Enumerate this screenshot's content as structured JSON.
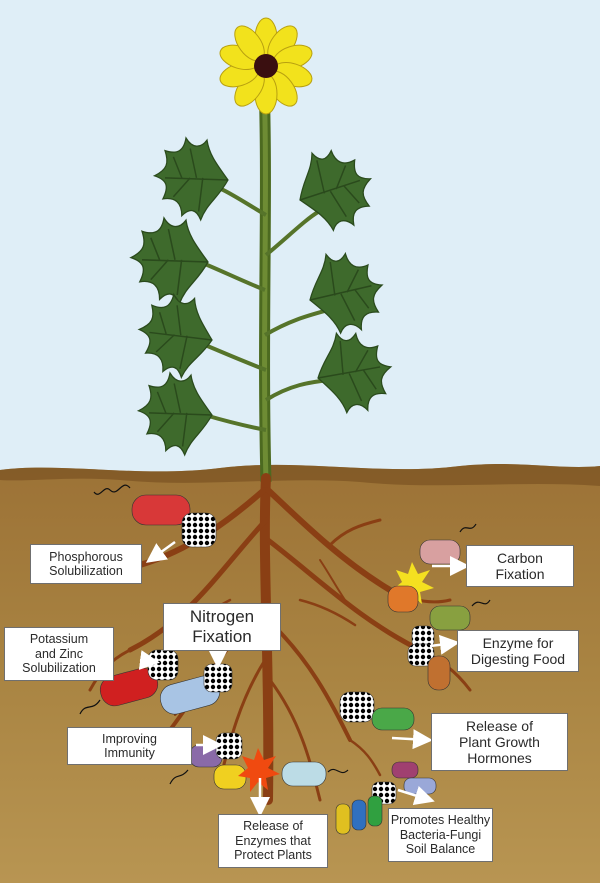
{
  "colors": {
    "sky": "#dfeef7",
    "soil": "#8a6230",
    "soil_light": "#b8944d",
    "stem": "#5c7a2a",
    "leaf": "#3e6a2c",
    "leaf_vein": "#2a4a1c",
    "root": "#8a3f14",
    "petal": "#f2e21c",
    "flower_center": "#3a0f10",
    "arrow": "#ffffff"
  },
  "labels": {
    "phosphorous": "Phosphorous\nSolubilization",
    "nitrogen": "Nitrogen\nFixation",
    "potassium": "Potassium\nand Zinc\nSolubilization",
    "immunity": "Improving\nImmunity",
    "enzymes_protect": "Release of\nEnzymes that\nProtect Plants",
    "carbon": "Carbon\nFixation",
    "enzyme_food": "Enzyme for\nDigesting Food",
    "hormones": "Release of\nPlant Growth\nHormones",
    "balance": "Promotes Healthy\nBacteria-Fungi\nSoil Balance"
  }
}
